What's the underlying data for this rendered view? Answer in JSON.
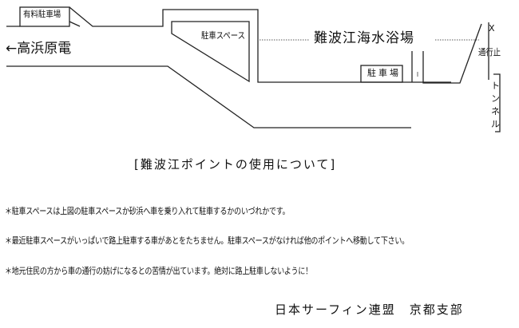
{
  "map": {
    "paid_parking": "有料駐車場",
    "direction_left": "←高浜原電",
    "parking_space": "駐車スペース",
    "beach_name": "難波江海水浴場",
    "parking_lot": "駐車場",
    "closed_mark": "X",
    "road_closed": "通行止",
    "tunnel": "トンネル"
  },
  "heading": "[難波江ポイントの使用について]",
  "notes": [
    "＊駐車スペースは上図の駐車スペースか砂浜へ車を乗り入れて駐車するかのいづれかです。",
    "＊最近駐車スペースがいっぱいで路上駐車する車があとをたちません。駐車スペースがなければ他のポイントへ移動して下さい。",
    "＊地元住民の方から車の通行の妨げになるとの苦情が出ています。絶対に路上駐車しないように！"
  ],
  "signature": "日本サーフィン連盟　京都支部"
}
